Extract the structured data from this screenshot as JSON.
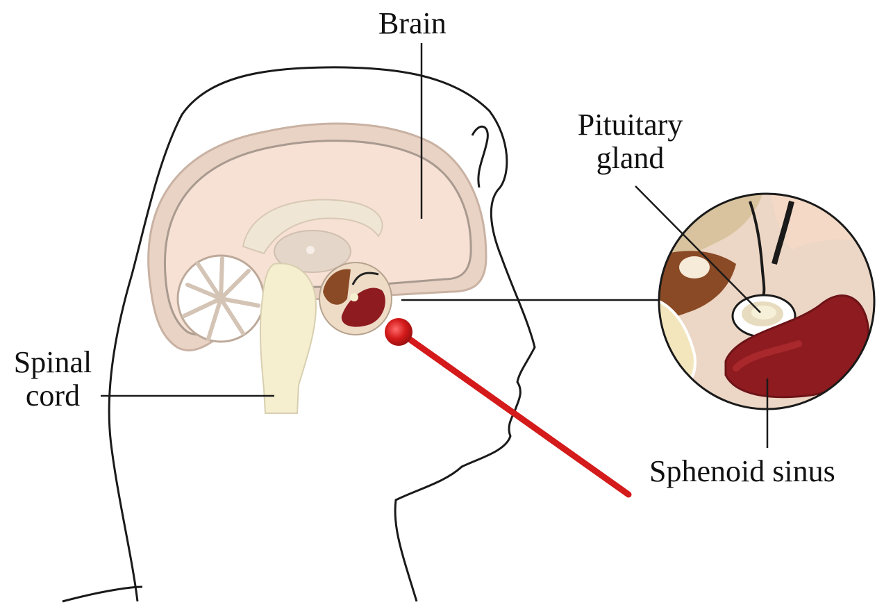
{
  "labels": {
    "brain": "Brain",
    "pituitary_line1": "Pituitary",
    "pituitary_line2": "gland",
    "spinal_line1": "Spinal",
    "spinal_line2": "cord",
    "sphenoid": "Sphenoid sinus"
  },
  "colors": {
    "outline": "#1a1a1a",
    "brain_fill": "#f6dfd2",
    "skull_band": "#e6cfc0",
    "inner_band": "#b8a79c",
    "stem": "#f6efcf",
    "sinus": "#8e1b1f",
    "bone_dark": "#8a4a25",
    "probe": "#d41a1a"
  }
}
